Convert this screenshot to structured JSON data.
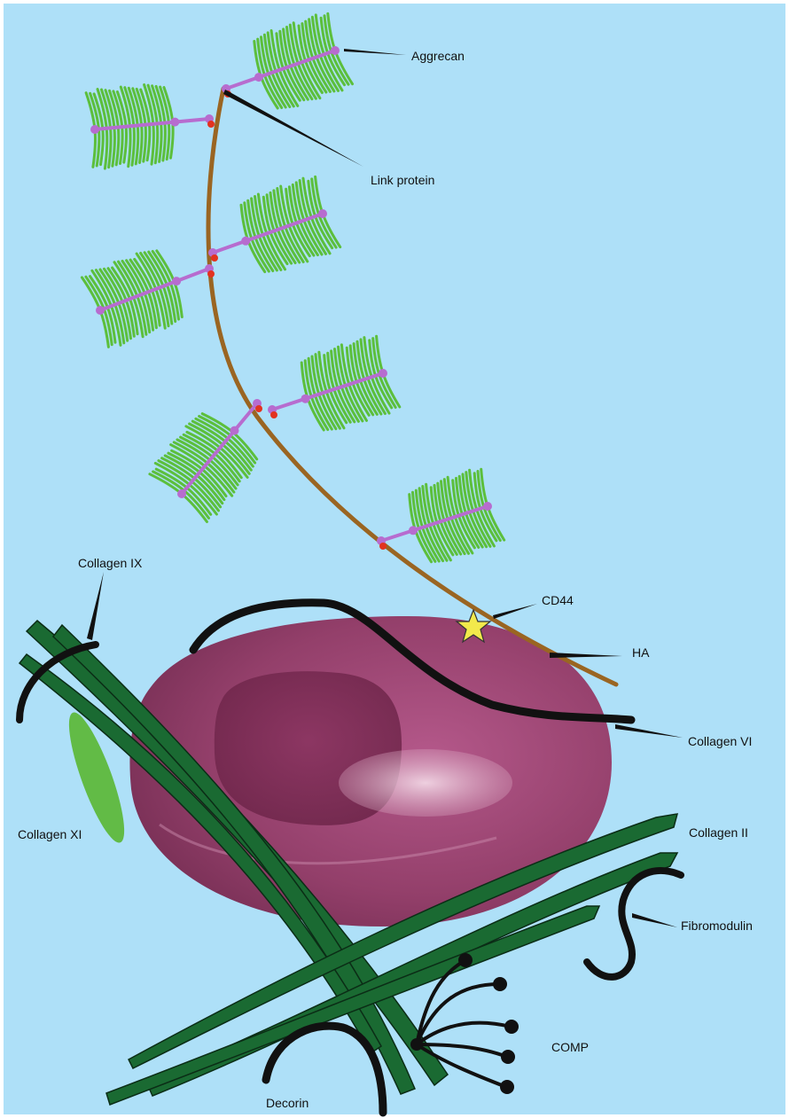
{
  "colors": {
    "background": "#aee0f8",
    "aggrecan_core": "#b76ccf",
    "gag_chains": "#5cbf3c",
    "link_protein": "#e2331f",
    "hyaluronan": "#9a6522",
    "chondrocyte": "#933f6a",
    "collagen_fibril": "#1a6a32",
    "collagen_xi": "#62bb46",
    "leader_lines": "#111111",
    "cd44": "#f2e94b"
  },
  "labels": {
    "aggrecan": "Aggrecan",
    "link_protein": "Link protein",
    "cd44": "CD44",
    "ha": "HA",
    "collagen_vi": "Collagen VI",
    "collagen_ix": "Collagen IX",
    "collagen_xi": "Collagen XI",
    "collagen_ii": "Collagen II",
    "fibromodulin": "Fibromodulin",
    "comp": "COMP",
    "decorin": "Decorin"
  }
}
